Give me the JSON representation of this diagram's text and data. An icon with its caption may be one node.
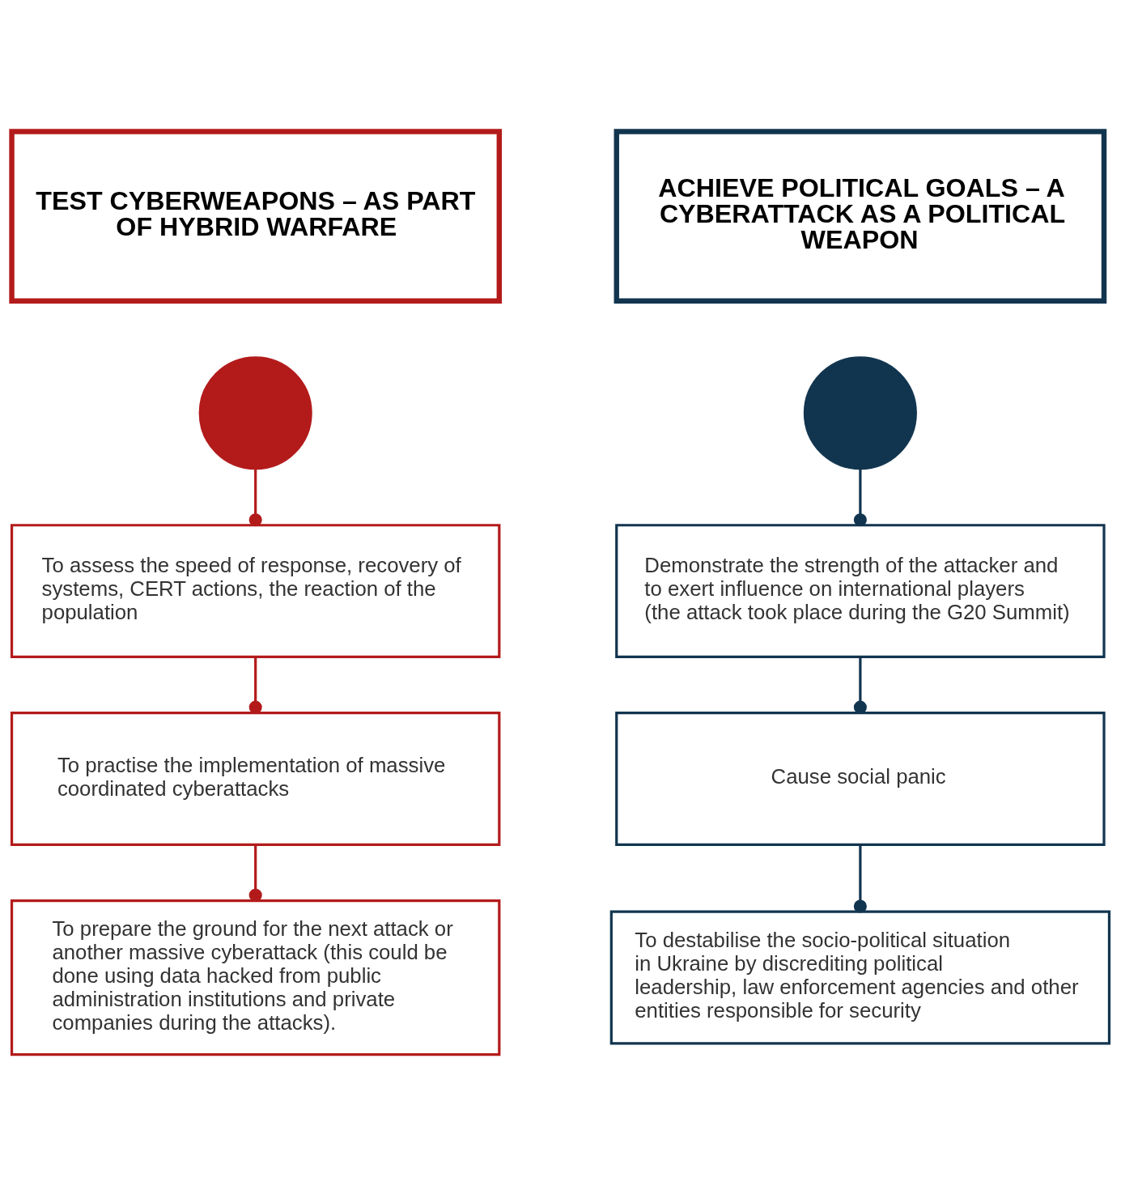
{
  "diagram": {
    "nodes": [
      {
        "text": [
          "TEST CYBERWEAPONS – AS PART OF HYBRID WARFARE"
        ]
      },
      {
        "text": [],
        "shape": "circle"
      },
      {
        "text": [
          "To assess the speed of response, recovery of systems, CERT actions, the reaction of the population"
        ]
      },
      {
        "text": [
          "To practise the implementation of massive coordinated cyberattacks"
        ]
      },
      {
        "text": [
          "To prepare the ground for the next attack or another massive cyberattack (this could be done using data hacked from public administration institutions and private companies during the attacks)."
        ]
      },
      {
        "text": [
          "ACHIEVE POLITICAL GOALS – A CYBERATTACK AS A POLITICAL WEAPON"
        ]
      },
      {
        "text": [],
        "shape": "circle"
      },
      {
        "text": [
          "Demonstrate the strength of the attacker and to exert influence on international players (the attack took place during the G20 Summit)"
        ]
      },
      {
        "text": [
          "Cause social panic"
        ]
      },
      {
        "text": [
          "To destabilise the socio-political situation in Ukraine by discrediting political leadership, law enforcement agencies and other entities responsible for security"
        ]
      }
    ],
    "edges": [
      {
        "from": 1,
        "to": 2,
        "arrow": "other",
        "color": "#b31b1b"
      },
      {
        "from": 2,
        "to": 3,
        "arrow": "other",
        "color": "#b31b1b"
      },
      {
        "from": 3,
        "to": 4,
        "arrow": "other",
        "color": "#b31b1b"
      },
      {
        "from": 6,
        "to": 7,
        "arrow": "other",
        "color": "#12354f"
      },
      {
        "from": 7,
        "to": 8,
        "arrow": "other",
        "color": "#12354f"
      },
      {
        "from": 8,
        "to": 9,
        "arrow": "other",
        "color": "#12354f"
      }
    ]
  }
}
